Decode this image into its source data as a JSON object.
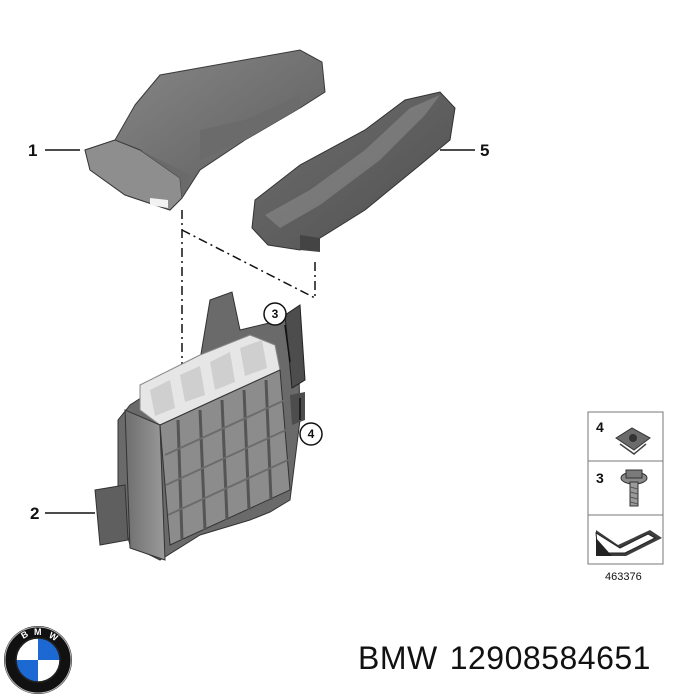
{
  "callouts": {
    "c1": "1",
    "c2": "2",
    "c3": "3",
    "c4": "4",
    "c5": "5"
  },
  "legend": {
    "item_a": "4",
    "item_b": "3",
    "ref_number": "463376"
  },
  "caption": {
    "brand": "BMW",
    "part_number": "12908584651"
  },
  "logo": {
    "text": "BMW"
  },
  "colors": {
    "part_dark": "#5f5f5f",
    "part_mid": "#7c7c7c",
    "part_light": "#a3a3a3",
    "fuse_white": "#e6e6e6",
    "logo_blue": "#1c69d4",
    "logo_ring": "#111111"
  }
}
